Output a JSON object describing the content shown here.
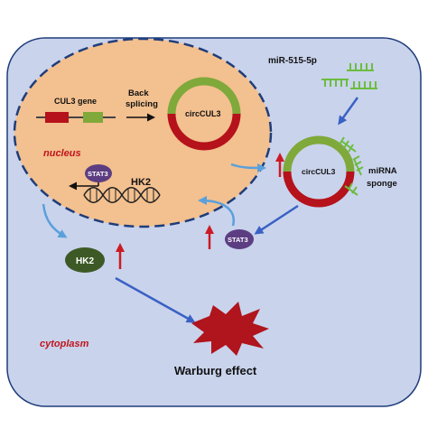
{
  "labels": {
    "mirna": "miR-515-5p",
    "cul3_gene": "CUL3 gene",
    "back_splicing_line1": "Back",
    "back_splicing_line2": "splicing",
    "circ_nucleus": "circCUL3",
    "nucleus": "nucleus",
    "stat3_nucleus": "STAT3",
    "hk2_gene": "HK2",
    "circ_cytoplasm": "circCUL3",
    "sponge_line1": "miRNA",
    "sponge_line2": "sponge",
    "stat3_cyto": "STAT3",
    "hk2_protein": "HK2",
    "cytoplasm": "cytoplasm",
    "warburg": "Warburg effect"
  },
  "colors": {
    "cell_fill": "#c9d3ec",
    "nucleus_fill": "#f3c08f",
    "circ_green": "#7fa93a",
    "circ_red": "#b5121b",
    "stat3_purple": "#5c3d82",
    "hk2_green": "#3d5a26",
    "arrow_blue": "#3a61c4",
    "arrow_lightblue": "#5aa0db",
    "up_arrow_red": "#cc1a22",
    "warburg_red": "#b0141c",
    "mirna_green": "#6cbd3e"
  }
}
